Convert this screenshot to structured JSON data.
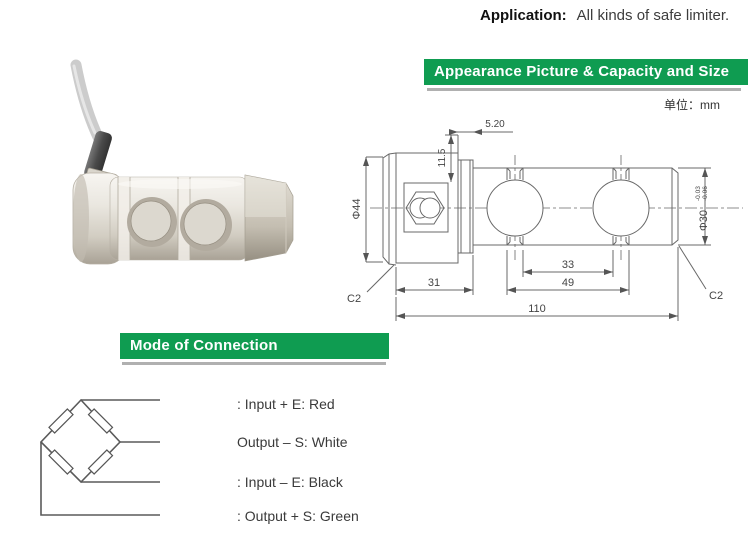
{
  "header": {
    "application_label": "Application:",
    "application_value": "All kinds of safe limiter."
  },
  "appearance_section": {
    "title": "Appearance Picture  & Capacity and Size",
    "unit_note": "单位：mm"
  },
  "connection_section": {
    "title": "Mode of Connection"
  },
  "drawing": {
    "dims": {
      "height_step": "11.5",
      "rib_width": "5.20",
      "dia_left": "Φ44",
      "dia_right": "Φ30",
      "tol_upper": "-0.03",
      "tol_lower": "-0.06",
      "hole_inner": "33",
      "hole_outer": "49",
      "left_section": "31",
      "overall_length": "110",
      "chamfer_left": "C2",
      "chamfer_right": "C2"
    }
  },
  "wiring": {
    "labels": [
      ": Input + E: Red",
      "Output – S: White",
      ": Input – E: Black",
      ": Output + S: Green"
    ]
  },
  "colors": {
    "banner_green": "#0f9c51",
    "underline_gray": "#b0b0b0",
    "drawing_line": "#686868",
    "cable_gray": "#cccccc"
  }
}
